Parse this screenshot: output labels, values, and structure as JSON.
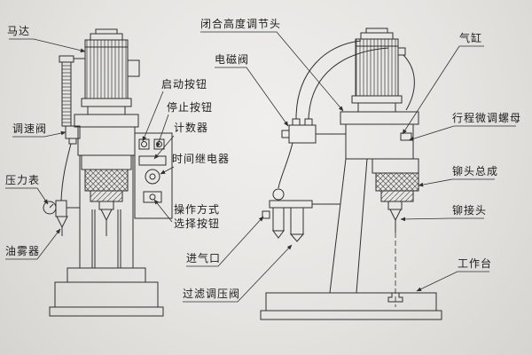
{
  "diagram": {
    "labels": {
      "motor": "马达",
      "speed_valve": "调速阀",
      "pressure_gauge": "压力表",
      "oil_mist": "油雾器",
      "start_button": "启动按钮",
      "stop_button": "停止按钮",
      "counter": "计数器",
      "time_relay": "时间继电器",
      "mode_select": "操作方式选择按钮",
      "air_inlet": "进气口",
      "filter_regulator": "过滤调压阀",
      "solenoid_valve": "电磁阀",
      "close_height_adjuster": "闭合高度调节头",
      "air_cylinder": "气缸",
      "stroke_fine_nut": "行程微调螺母",
      "rivet_head_assembly": "铆头总成",
      "rivet_joint": "铆接头",
      "worktable": "工作台"
    },
    "colors": {
      "background": "#e6e5e2",
      "line": "#2f2f2f"
    }
  }
}
